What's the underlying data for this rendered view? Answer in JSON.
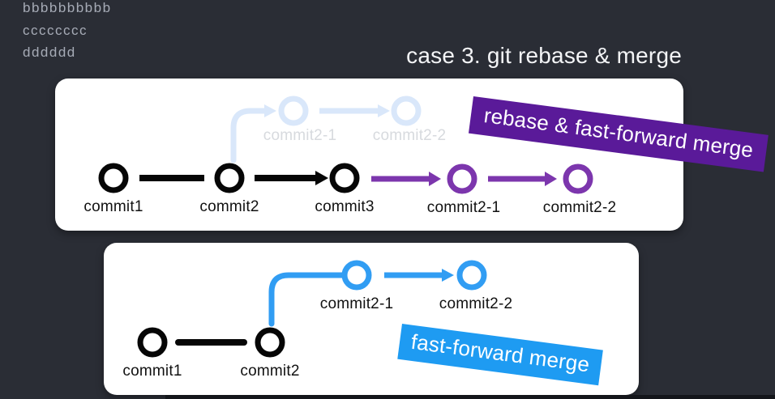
{
  "background_notes": [
    "bbbbbbbbbb",
    "cccccccc",
    "dddddd"
  ],
  "title": "case 3. git rebase & merge",
  "colors": {
    "bg": "#2a2d35",
    "panel": "#ffffff",
    "black": "#060606",
    "purple": "#7c36ad",
    "purple_banner": "#5a1a99",
    "blue": "#319df3",
    "blue_banner": "#1e9bf2",
    "ghost_blue": "#d9e7fa",
    "ghost_label": "#d7dade",
    "notes": "#a6abb6",
    "title": "#f3f4f6"
  },
  "rebase_panel": {
    "banner": "rebase & fast-forward merge",
    "ghost_labels": [
      "commit2-1",
      "commit2-2"
    ],
    "main_labels": [
      "commit1",
      "commit2",
      "commit3"
    ],
    "rebased_labels": [
      "commit2-1",
      "commit2-2"
    ]
  },
  "ff_panel": {
    "banner": "fast-forward merge",
    "branch_labels": [
      "commit2-1",
      "commit2-2"
    ],
    "main_labels": [
      "commit1",
      "commit2"
    ]
  }
}
